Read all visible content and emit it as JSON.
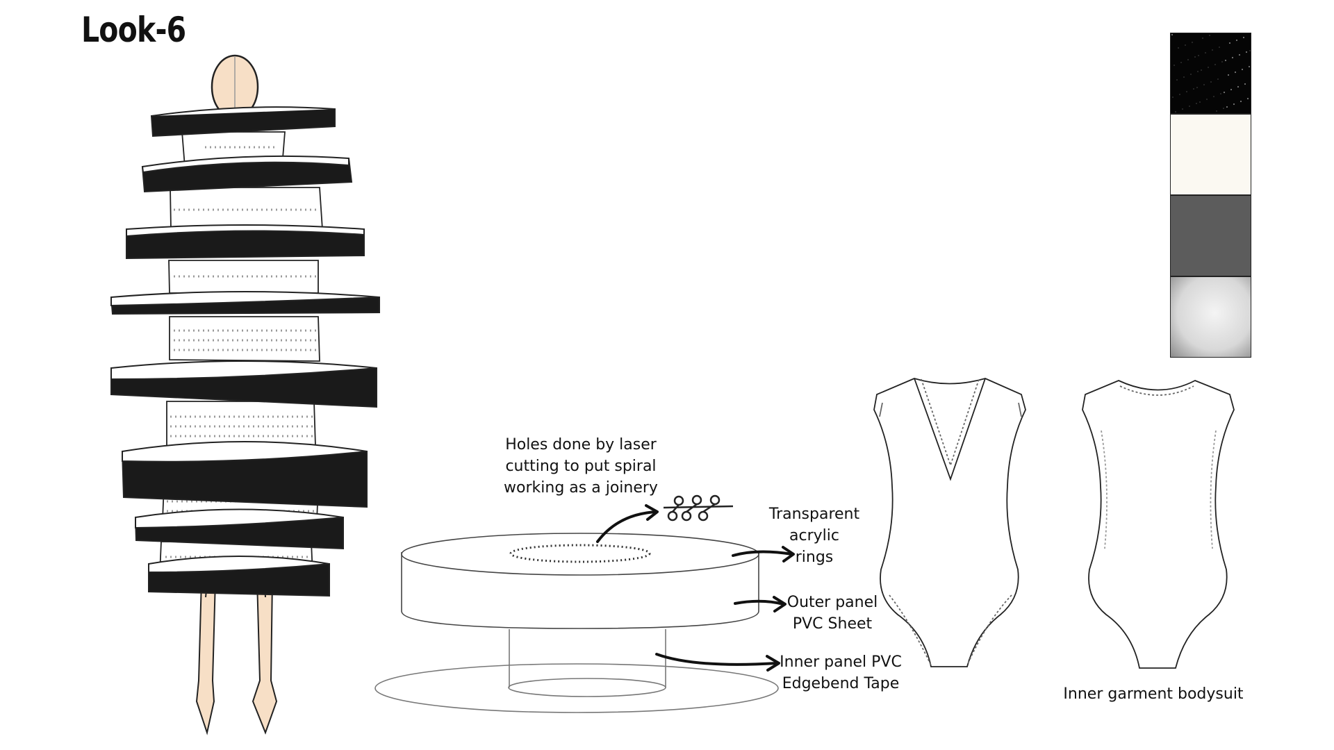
{
  "page": {
    "title": "Look-6"
  },
  "palette": {
    "swatches": [
      {
        "color": "#050505",
        "texture": "black-glitter"
      },
      {
        "color": "#fbf9f2",
        "texture": "solid"
      },
      {
        "color": "#5c5c5c",
        "texture": "solid"
      },
      {
        "color": "#d8d8d8",
        "texture": "soft-gradient"
      }
    ]
  },
  "annotations": {
    "holes": "Holes done by laser\ncutting to put spiral\nworking as a  joinery",
    "rings": "Transparent\nacrylic\nrings",
    "outer": "Outer panel\nPVC Sheet",
    "inner": "Inner panel PVC\nEdgebend Tape",
    "bodysuit": "Inner garment bodysuit"
  },
  "colors": {
    "band": "#1a1a1a",
    "skin": "#f7dfc6",
    "panel": "#ffffff",
    "line": "#222222"
  }
}
